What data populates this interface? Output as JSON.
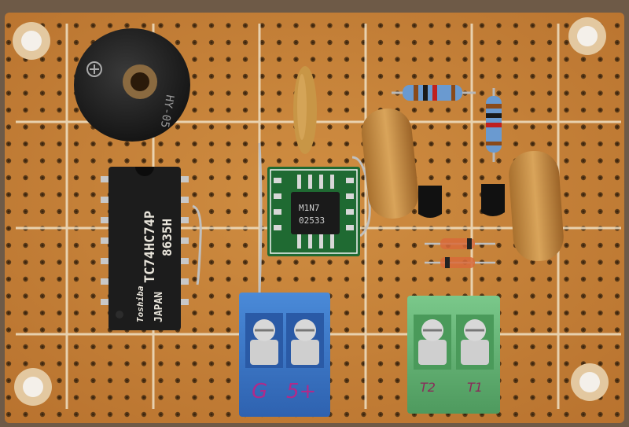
{
  "photo": {
    "board": {
      "color": "#c8843a",
      "hole_color": "#5a3a18",
      "trace_color": "#ecd9b8"
    },
    "ic_main": {
      "part_number": "TC74HC74P",
      "date_code": "8635H",
      "origin": "JAPAN",
      "brand": "Toshiba"
    },
    "ic_small": {
      "line1": "M1N7",
      "line2": "02533"
    },
    "buzzer": {
      "label": "HY-05"
    },
    "terminal_blue": {
      "label_left": "G",
      "label_right": "5+",
      "color": "#3a78c8"
    },
    "terminal_green": {
      "label_left": "T2",
      "label_right": "T1",
      "color": "#5aae6a"
    }
  }
}
